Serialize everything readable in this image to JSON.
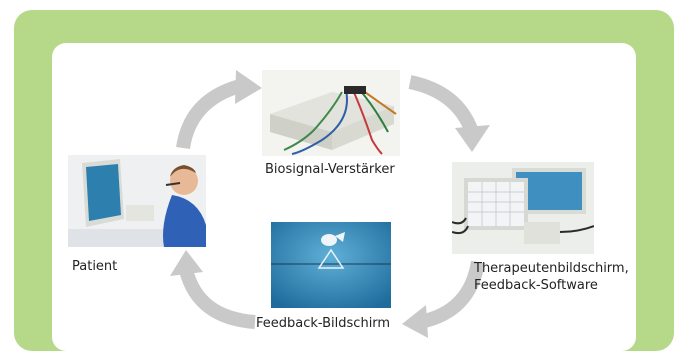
{
  "nodes": [
    {
      "id": "patient",
      "label": "Patient"
    },
    {
      "id": "amplifier",
      "label": "Biosignal-Verstärker"
    },
    {
      "id": "therapist",
      "line1": "Therapeutenbildschirm,",
      "line2": "Feedback-Software"
    },
    {
      "id": "feedback",
      "label": "Feedback-Bildschirm"
    }
  ],
  "colors": {
    "frame": "#b5d889",
    "arrow": "#c9c9c9",
    "screen_blue": "#2d7fae"
  }
}
